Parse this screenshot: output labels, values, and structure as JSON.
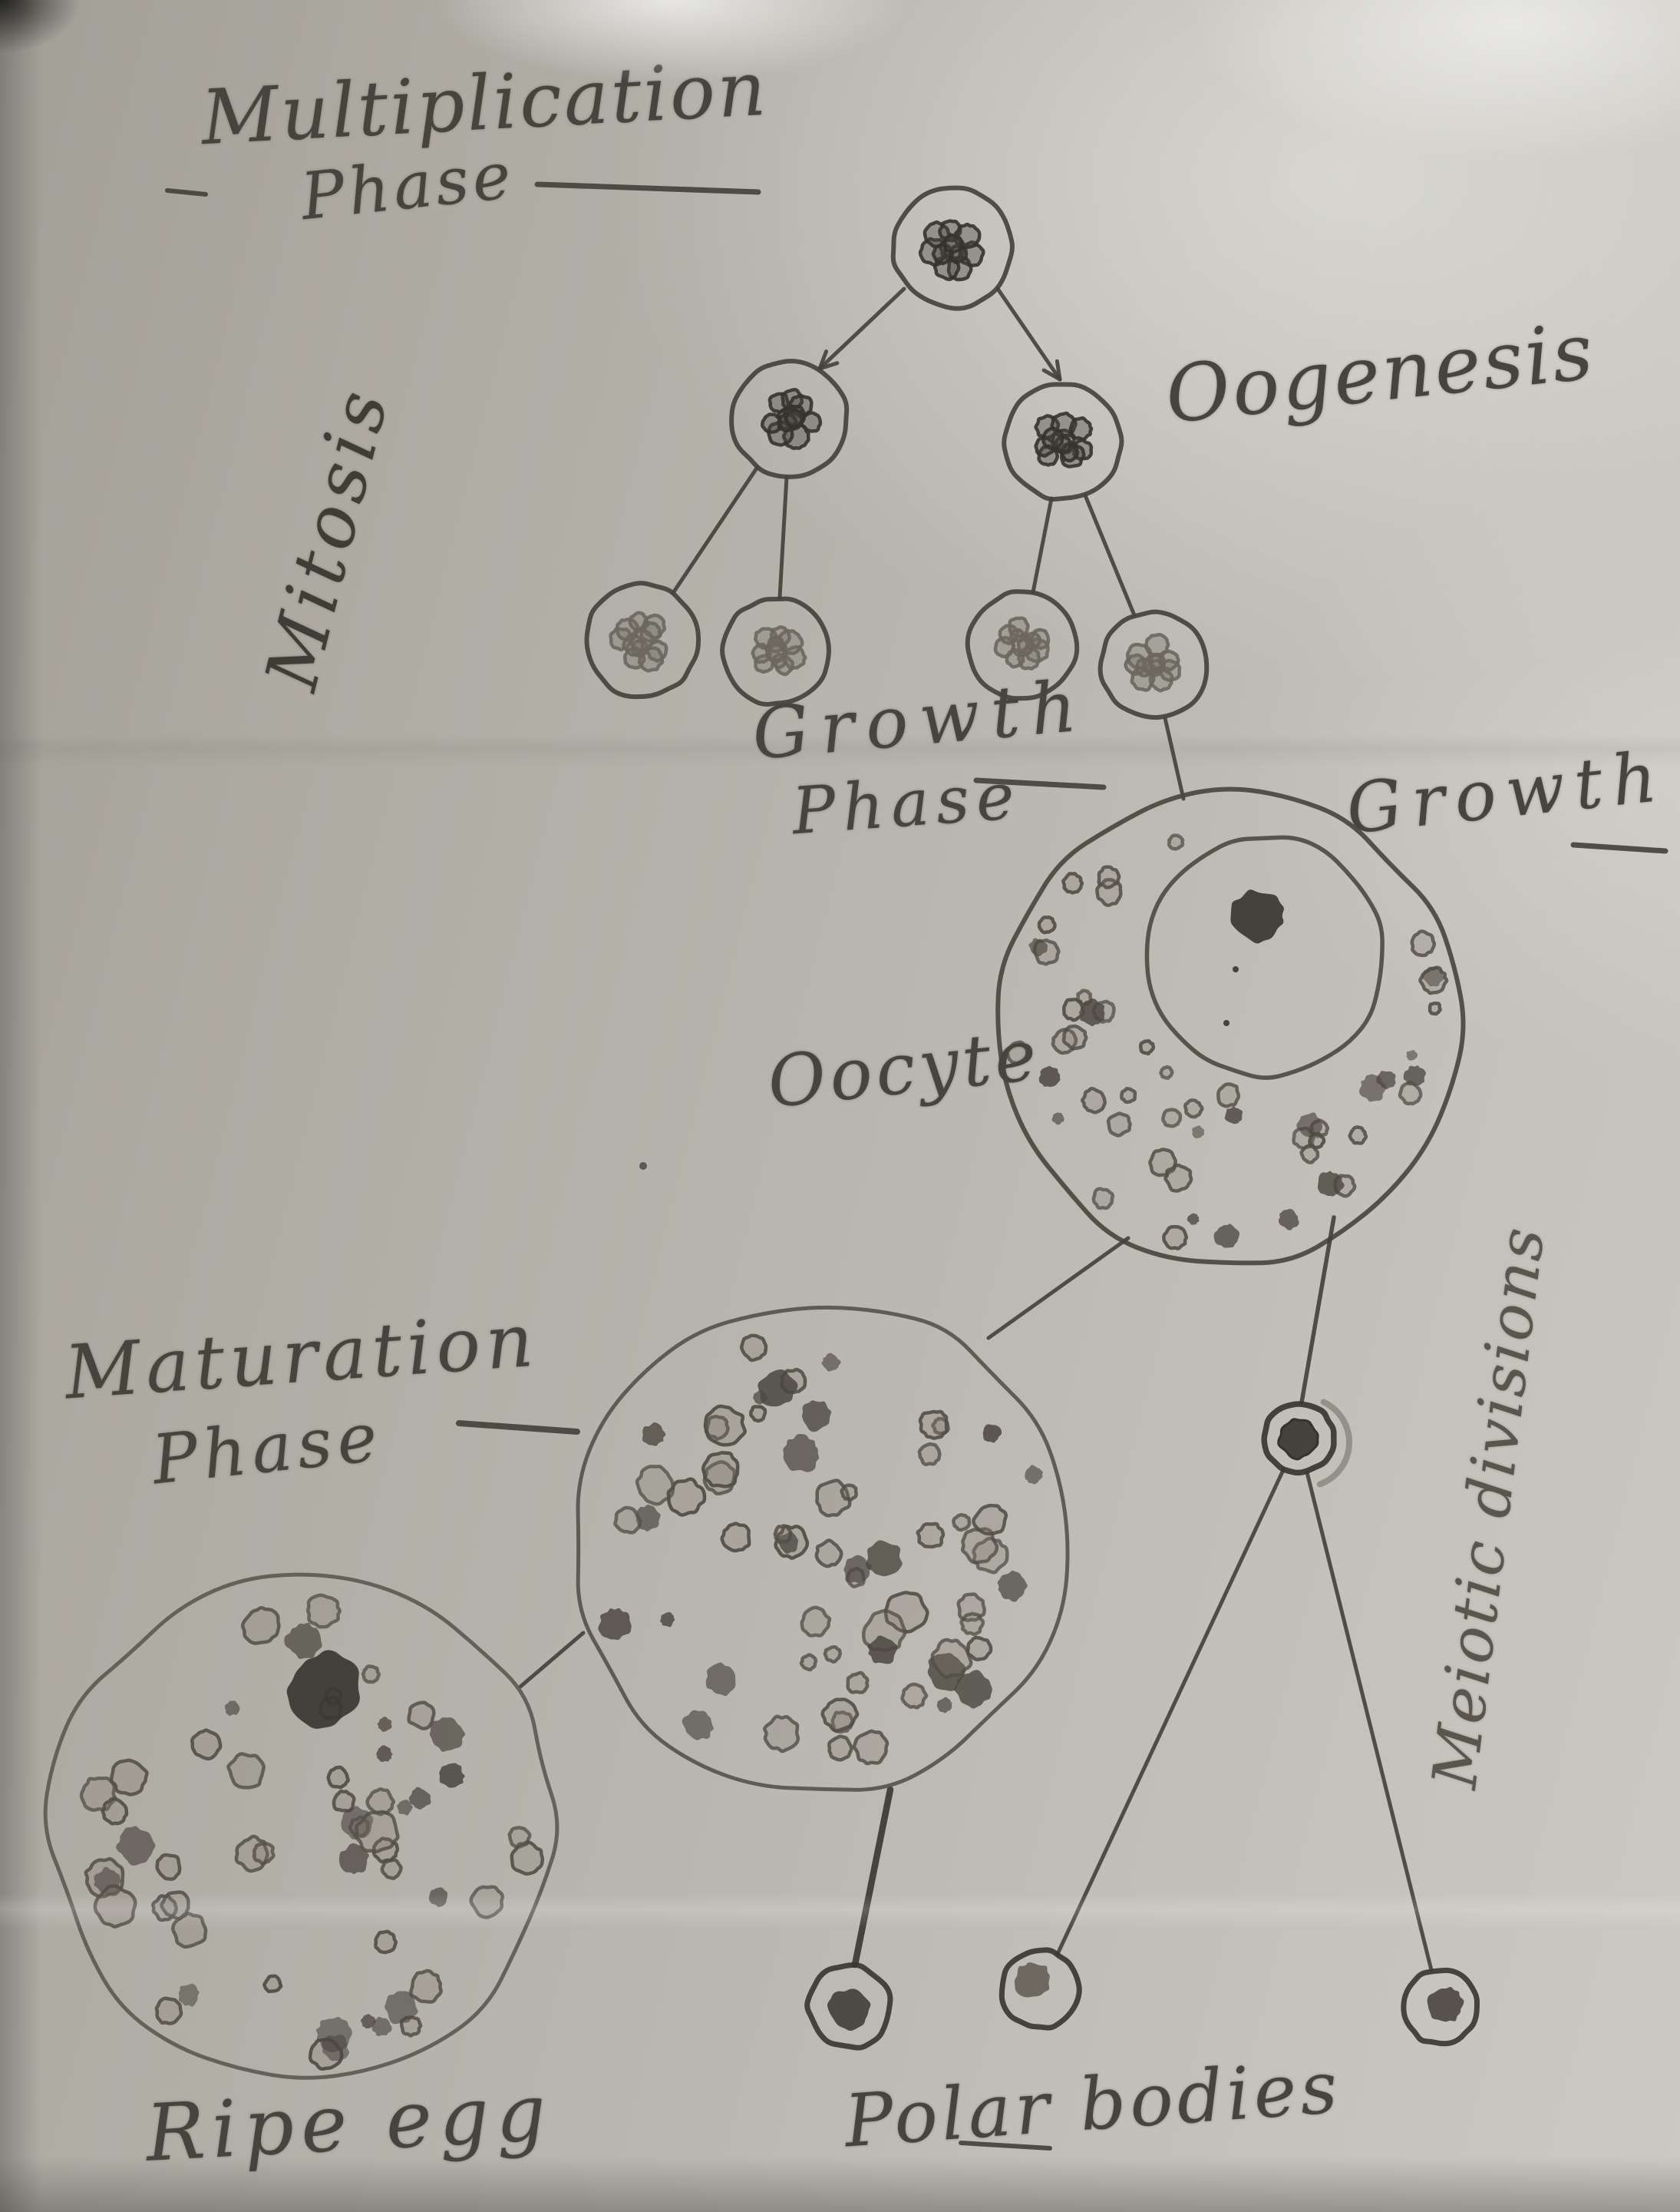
{
  "colors": {
    "paper": "#b5b2aa",
    "paper_highlight": "#dddcd7",
    "pencil": "#45423c",
    "pencil_soft": "#6b675f"
  },
  "labels": {
    "multiplication_phase": {
      "line1": "Multiplication",
      "line2": "Phase"
    },
    "mitosis": "Mitosis",
    "oogenesis": "Oogenesis",
    "growth_phase": {
      "line1": "Growth",
      "line2": "Phase"
    },
    "growth": "Growth",
    "oocyte": "Oocyte",
    "maturation_phase": {
      "line1": "Maturation",
      "line2": "Phase"
    },
    "meiotic_divisions": "Meiotic divisions",
    "ripe_egg": "Ripe egg",
    "polar_bodies": "Polar bodies"
  }
}
